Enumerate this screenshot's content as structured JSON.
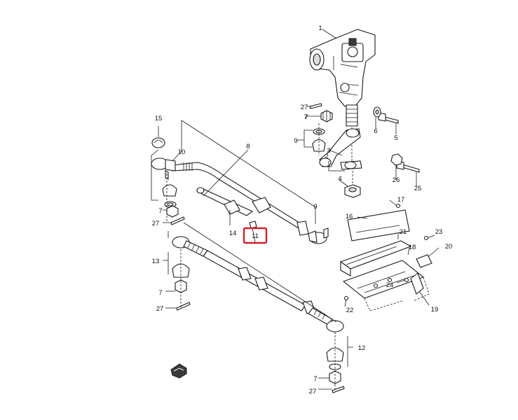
{
  "diagram": {
    "highlight_color": "#d0202e",
    "highlighted_part": "11",
    "callouts": [
      "1",
      "2",
      "3",
      "4",
      "5",
      "6",
      "7",
      "7",
      "7",
      "7",
      "7",
      "8",
      "9",
      "9",
      "10",
      "11",
      "12",
      "13",
      "14",
      "15",
      "16",
      "17",
      "18",
      "19",
      "20",
      "21",
      "22",
      "23",
      "24",
      "25",
      "26",
      "27",
      "27",
      "27",
      "27"
    ]
  }
}
